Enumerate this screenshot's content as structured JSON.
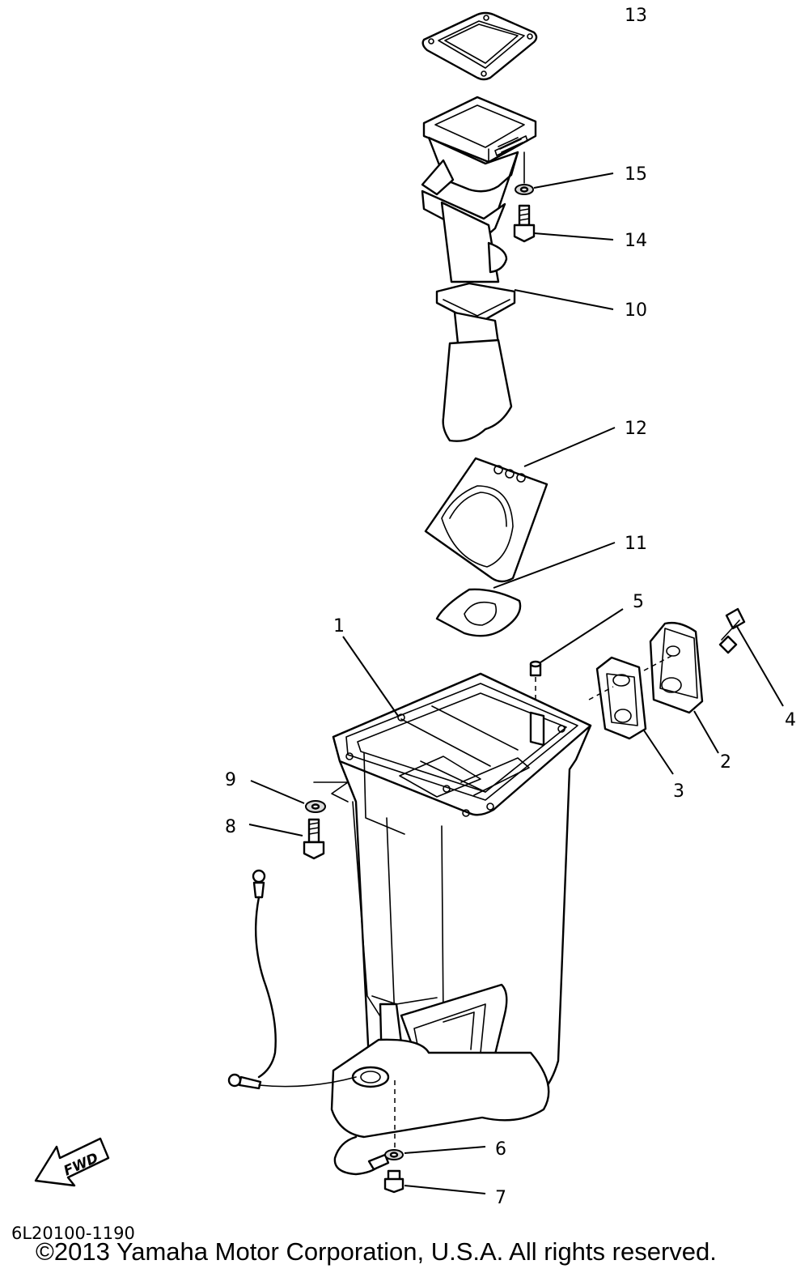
{
  "callouts": {
    "c1": "1",
    "c2": "2",
    "c3": "3",
    "c4": "4",
    "c5": "5",
    "c6": "6",
    "c7": "7",
    "c8": "8",
    "c9": "9",
    "c10": "10",
    "c11": "11",
    "c12": "12",
    "c13": "13",
    "c14": "14",
    "c15": "15"
  },
  "direction_arrow_label": "FWD",
  "drawing_code": "6L20100-1190",
  "copyright": "©2013 Yamaha Motor Corporation, U.S.A. All rights reserved.",
  "colors": {
    "line": "#000000",
    "background": "#ffffff"
  }
}
